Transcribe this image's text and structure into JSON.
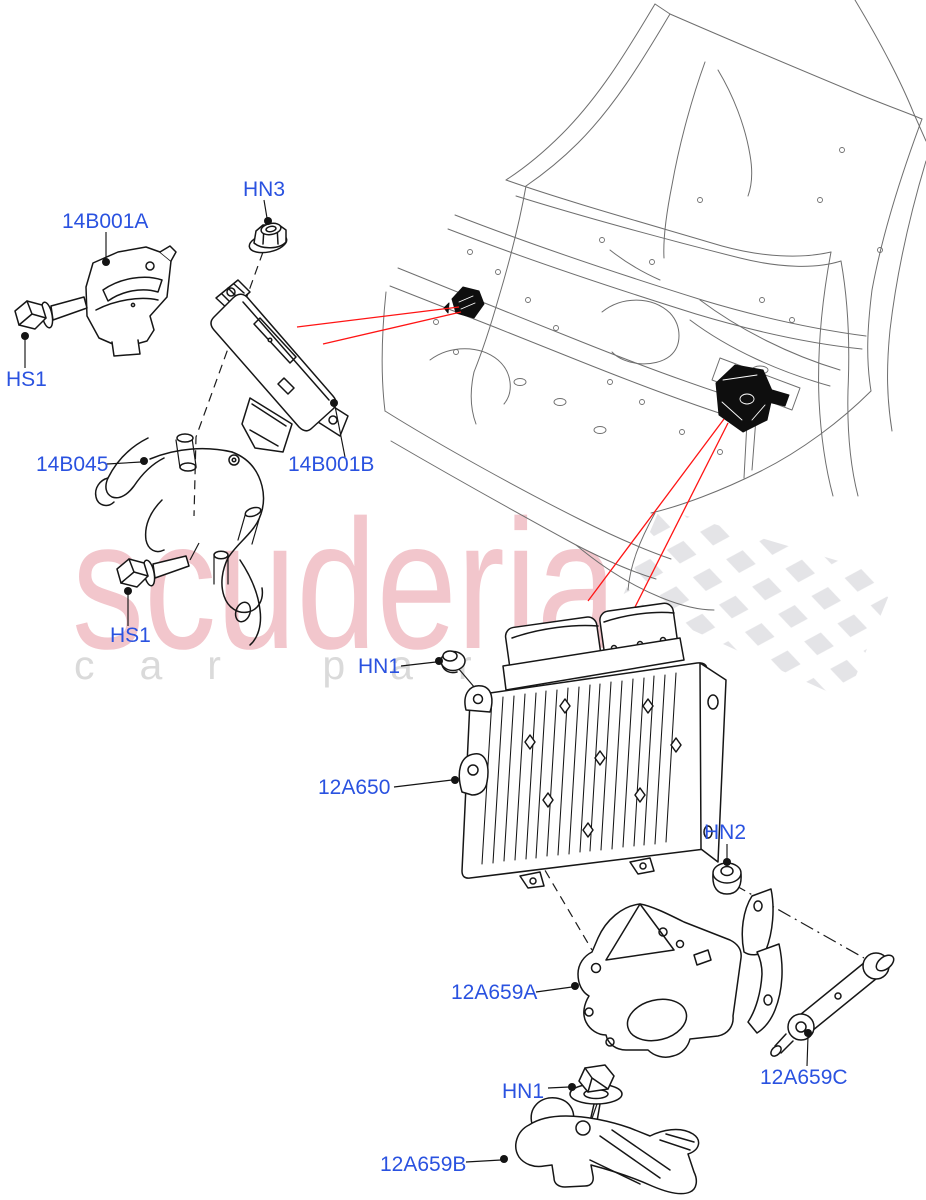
{
  "watermark": {
    "brand": "scuderia",
    "tagline": "car parts",
    "brand_color": "#f2c6cc",
    "tagline_color": "#dadada",
    "flag_color": "#e4e4e7"
  },
  "colors": {
    "callout_text": "#2a52e0",
    "leader_line": "#141414",
    "red_pointer": "#ff1414",
    "body_line_art": "#6e6e6e",
    "part_line_art": "#161616",
    "background": "#ffffff"
  },
  "callouts": [
    {
      "text": "HN3"
    },
    {
      "text": "14B001A"
    },
    {
      "text": "HS1"
    },
    {
      "text": "14B045"
    },
    {
      "text": "14B001B"
    },
    {
      "text": "HS1"
    },
    {
      "text": "HN1"
    },
    {
      "text": "12A650"
    },
    {
      "text": "HN2"
    },
    {
      "text": "12A659A"
    },
    {
      "text": "12A659C"
    },
    {
      "text": "HN1"
    },
    {
      "text": "12A659B"
    }
  ]
}
